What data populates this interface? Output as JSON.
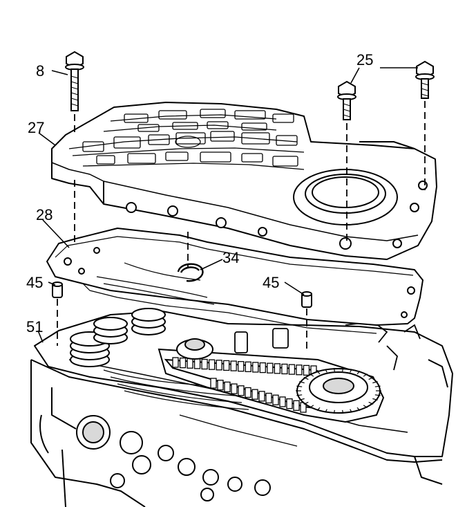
{
  "diagram": {
    "callouts": {
      "c8": "8",
      "c25": "25",
      "c27": "27",
      "c28": "28",
      "c34": "34",
      "c45a": "45",
      "c45b": "45",
      "c51": "51"
    },
    "colors": {
      "ink": "#000000",
      "paper": "#ffffff",
      "shade": "#d9d9d9",
      "dark": "#8c8c8c"
    }
  }
}
